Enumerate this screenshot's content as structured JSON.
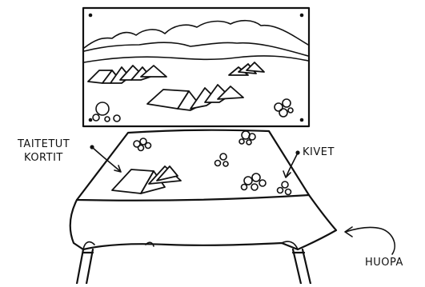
{
  "labels": {
    "folded_cards_line1": "TAITETUT",
    "folded_cards_line2": "KORTIT",
    "stones": "KIVET",
    "felt": "HUOPA"
  },
  "colors": {
    "ink": "#111111",
    "background": "#ffffff"
  }
}
